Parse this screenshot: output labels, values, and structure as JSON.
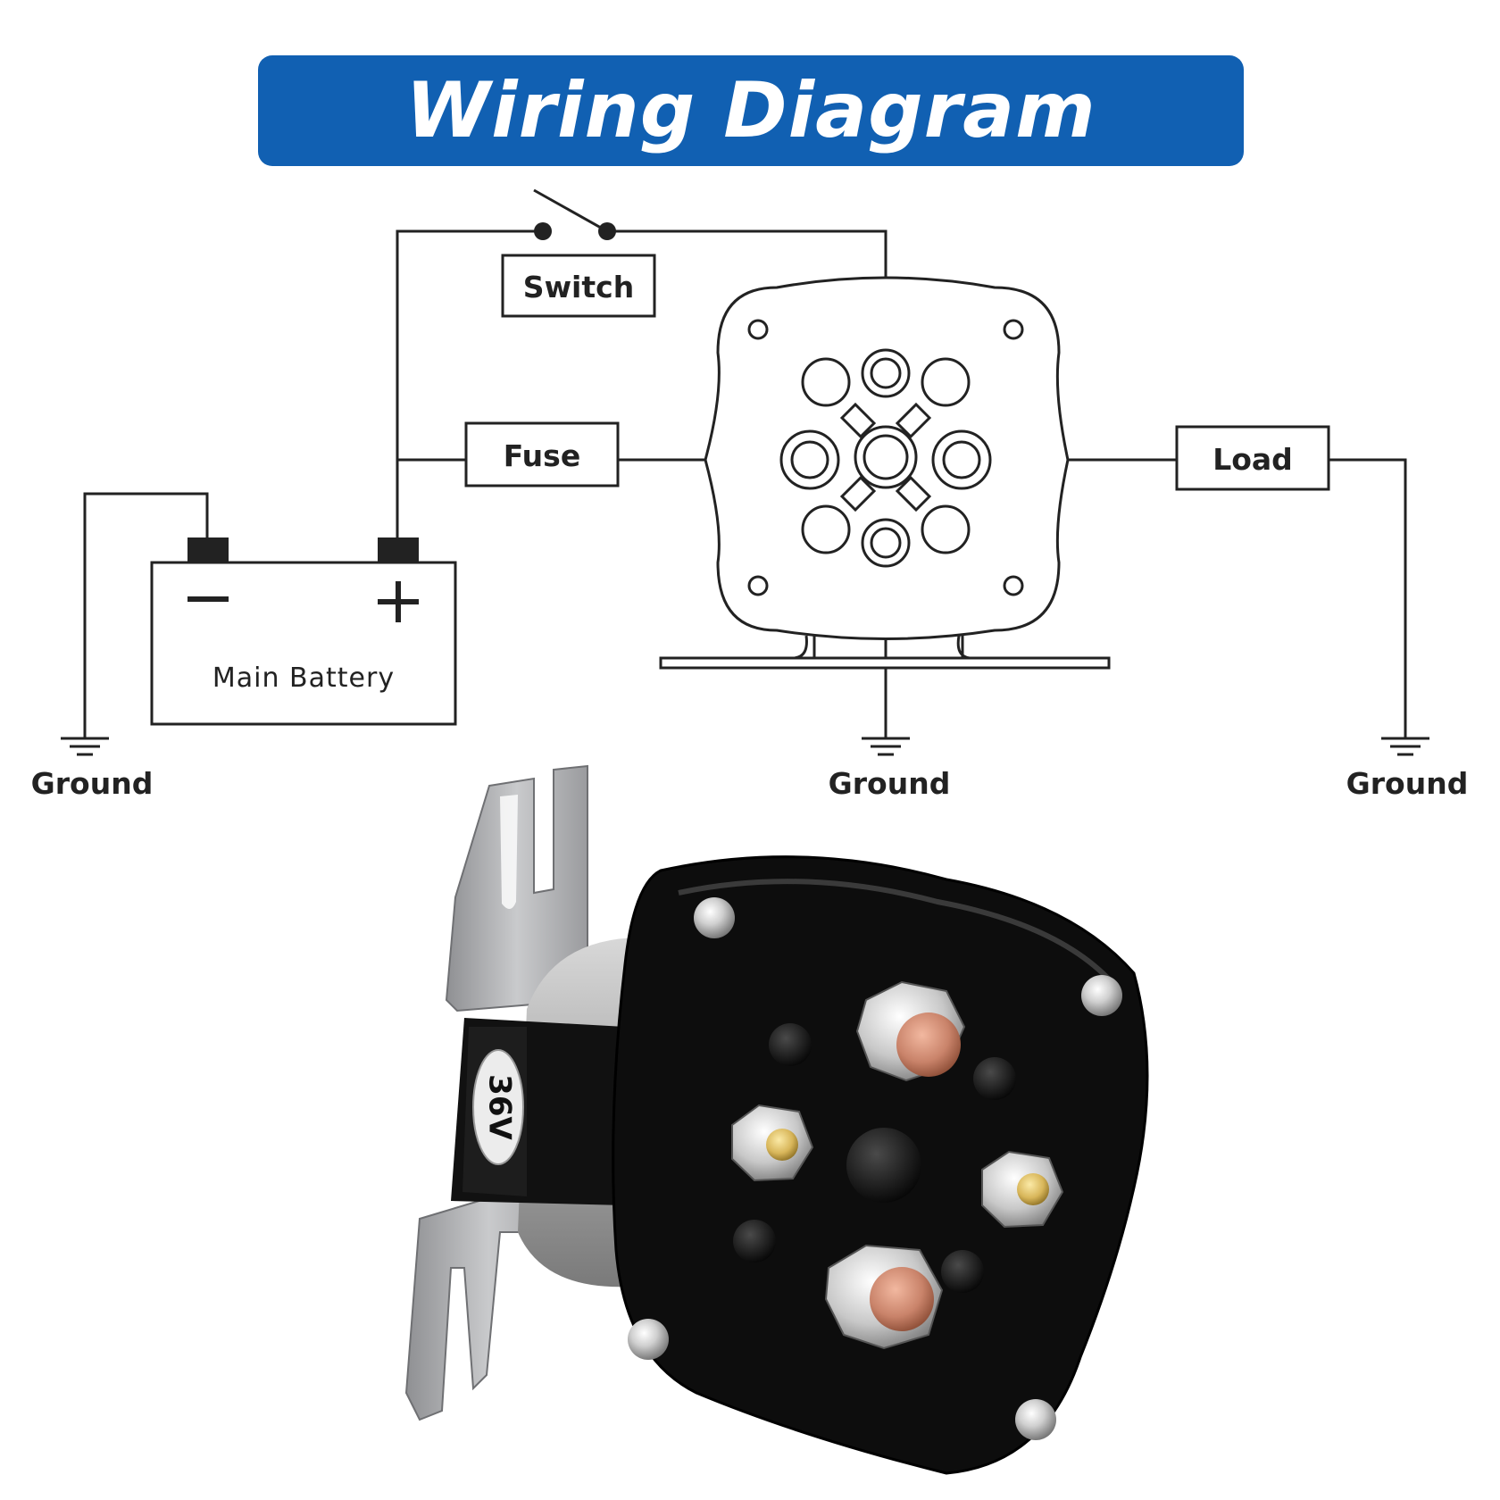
{
  "title": "Wiring Diagram",
  "labels": {
    "switch": "Switch",
    "fuse": "Fuse",
    "load": "Load",
    "battery": "Main Battery",
    "battery_minus": "−",
    "battery_plus": "+",
    "ground_left": "Ground",
    "ground_center": "Ground",
    "ground_right": "Ground"
  },
  "product": {
    "voltage_marking": "36V"
  },
  "colors": {
    "banner": "#1160b2",
    "line": "#222222",
    "housing": "#0d0d0d",
    "bracket": "#a9aaac",
    "copper": "#c9836a",
    "brass": "#d8b65a"
  }
}
